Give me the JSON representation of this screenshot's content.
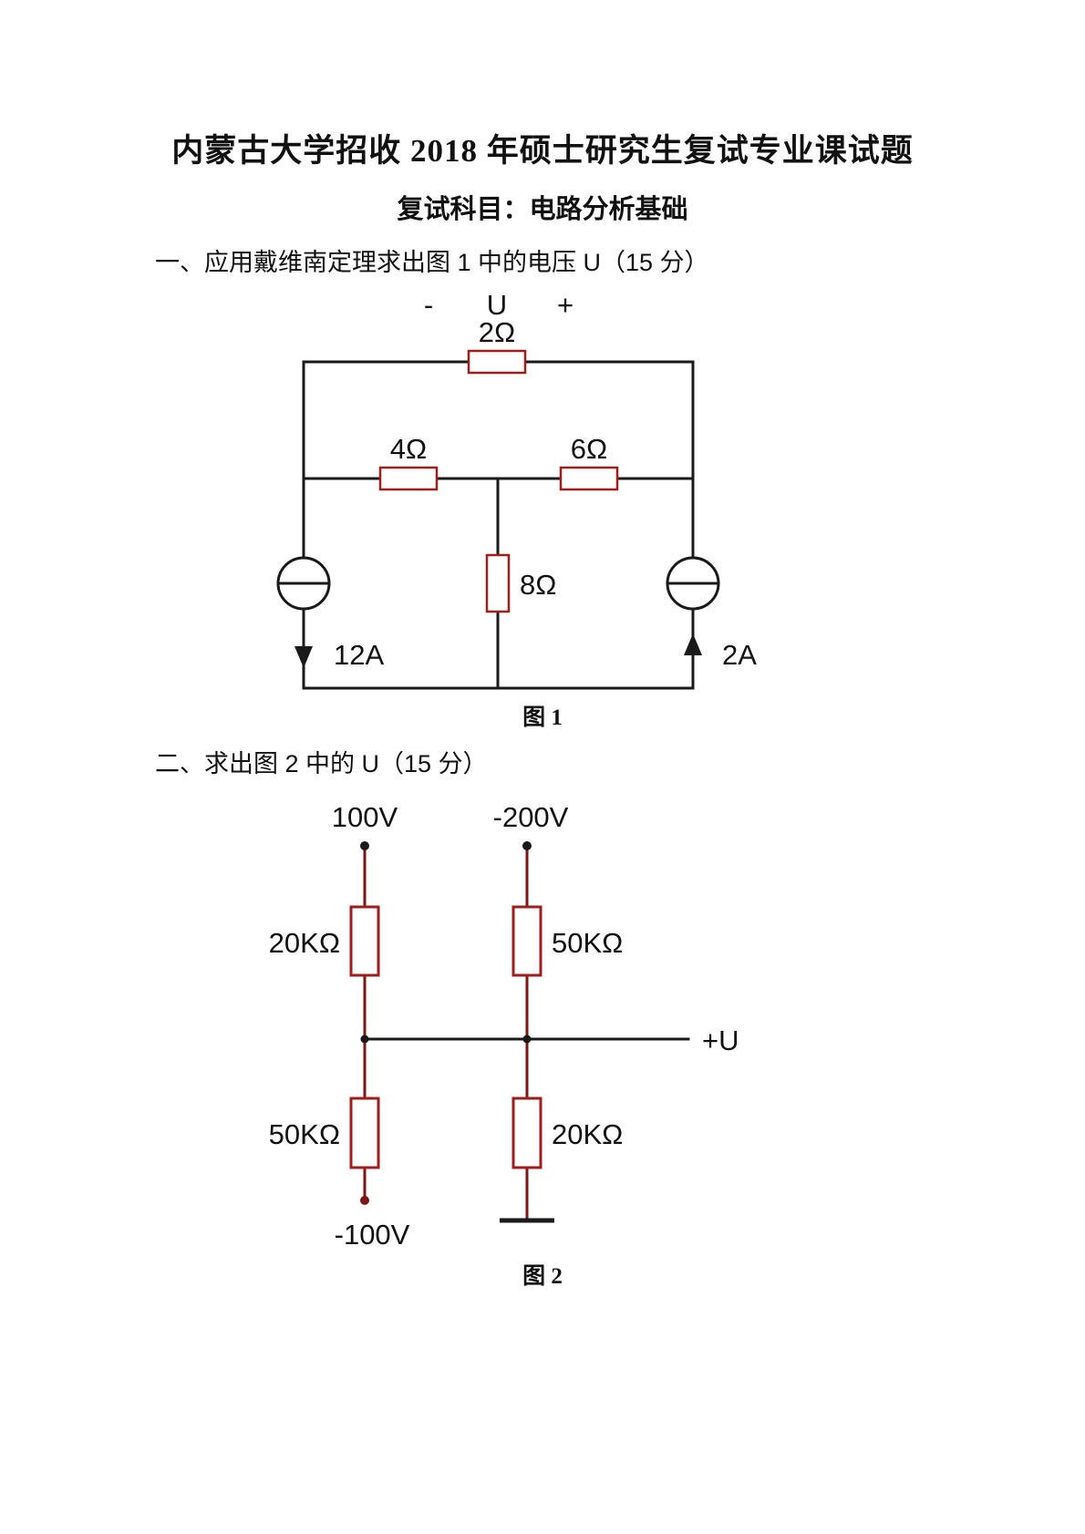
{
  "page": {
    "title": "内蒙古大学招收 2018 年硕士研究生复试专业课试题",
    "subtitle": "复试科目：电路分析基础"
  },
  "questions": {
    "q1": "一、应用戴维南定理求出图 1 中的电压 U（15 分）",
    "q2": "二、求出图 2 中的 U（15 分）"
  },
  "figure1": {
    "caption": "图 1",
    "labels": {
      "minus": "-",
      "u": "U",
      "plus": "+",
      "r_top": "2Ω",
      "r_mid_left": "4Ω",
      "r_mid_right": "6Ω",
      "r_center": "8Ω",
      "i_left": "12A",
      "i_right": "2A"
    }
  },
  "figure2": {
    "caption": "图 2",
    "labels": {
      "v_top_left": "100V",
      "v_top_right": "-200V",
      "r_top_left": "20KΩ",
      "r_top_right": "50KΩ",
      "output": "+U",
      "r_bottom_left": "50KΩ",
      "r_bottom_right": "20KΩ",
      "v_bottom_left": "-100V"
    }
  },
  "colors": {
    "wire": "#1a1a1a",
    "resistor": "#a01d1d",
    "resistor_wire": "#7d1616"
  }
}
